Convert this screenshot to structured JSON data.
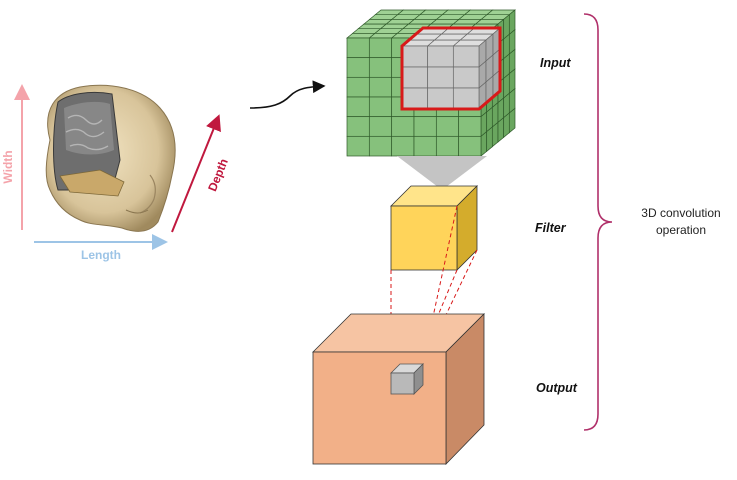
{
  "axes": {
    "width": "Width",
    "length": "Length",
    "depth": "Depth"
  },
  "stages": {
    "input": "Input",
    "filter": "Filter",
    "output": "Output"
  },
  "summary": {
    "line1": "3D convolution",
    "line2": "operation"
  },
  "colors": {
    "input_face": "#86c17c",
    "input_grid": "#2f5a2a",
    "window_face": "#c9c9c9",
    "window_outline": "#d81a1a",
    "funnel": "#c4c4c4",
    "filter_front": "#ffd45a",
    "filter_side": "#d4ac2c",
    "output_front": "#f2b088",
    "output_side": "#c98a66",
    "dashed": "#d81a1a",
    "brace": "#b0306a",
    "width_arrow": "#f4a3aa",
    "length_arrow": "#9dc4e6",
    "depth_arrow": "#c0183e"
  }
}
